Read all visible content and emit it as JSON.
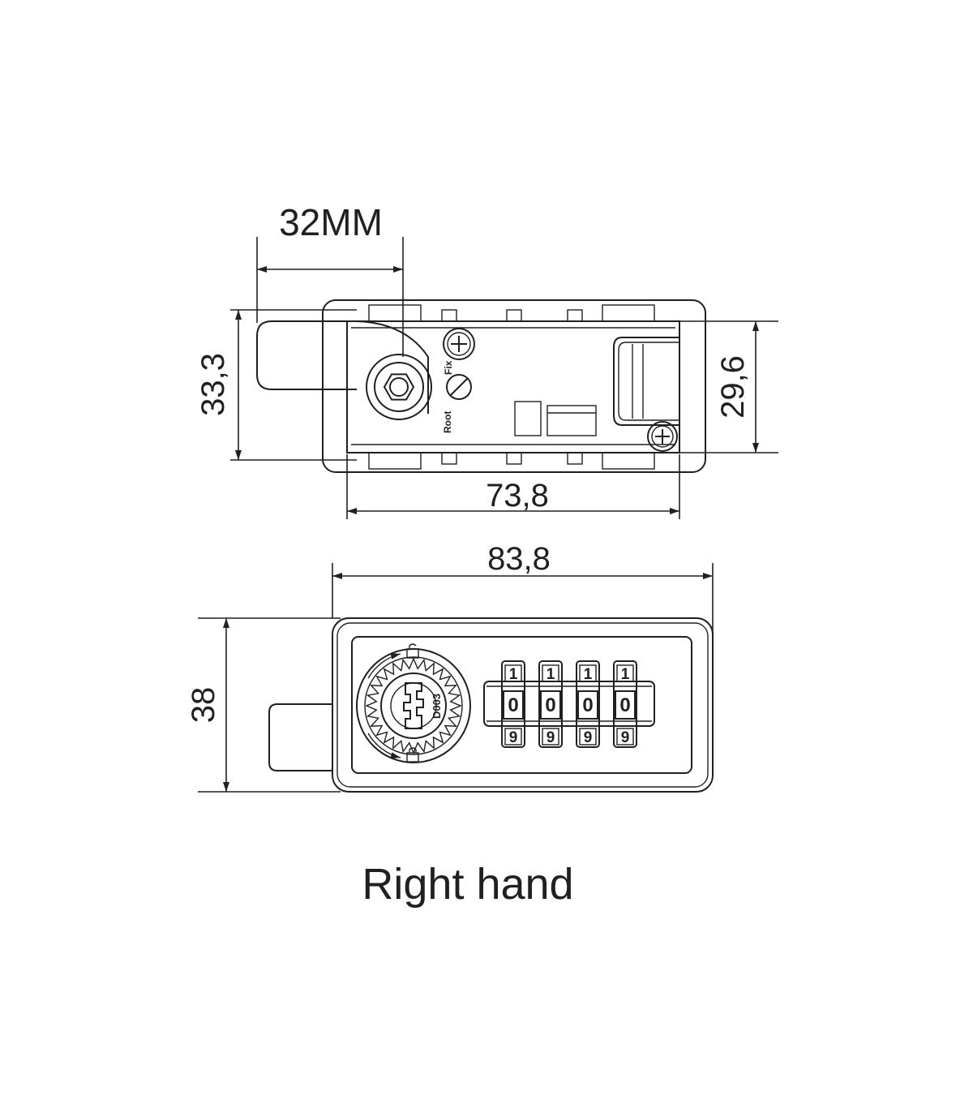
{
  "dimensions": {
    "cam_offset": "32MM",
    "body_height": "33,3",
    "inner_height": "29,6",
    "inner_width": "73,8",
    "outer_width": "83,8",
    "front_height": "38"
  },
  "labels": {
    "fix": "Fix",
    "root": "Root",
    "key_code": "D003"
  },
  "wheels": {
    "top": [
      "1",
      "1",
      "1",
      "1"
    ],
    "middle": [
      "0",
      "0",
      "0",
      "0"
    ],
    "bottom": [
      "9",
      "9",
      "9",
      "9"
    ]
  },
  "caption": "Right hand"
}
